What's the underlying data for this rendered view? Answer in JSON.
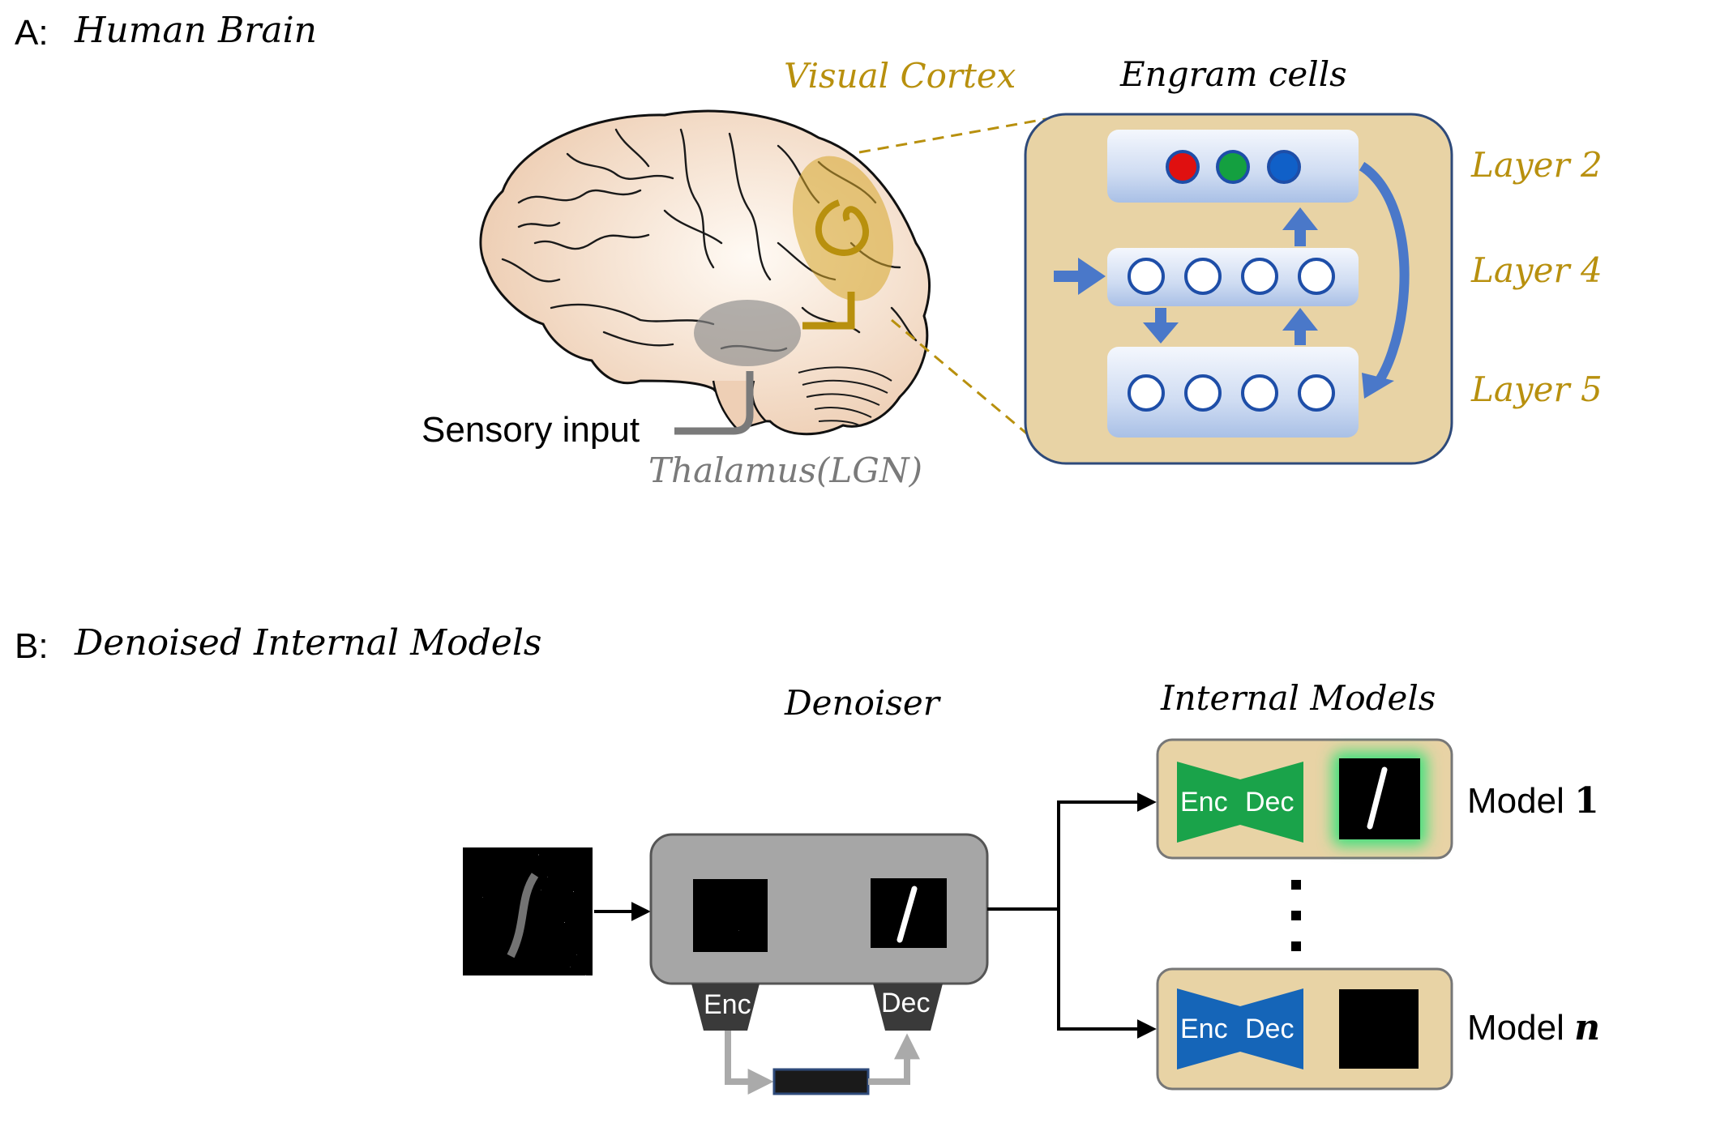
{
  "panel_a": {
    "letter": "A:",
    "title": "Human Brain",
    "visual_cortex_label": "Visual Cortex",
    "engram_label": "Engram cells",
    "sensory_input_label": "Sensory input",
    "thalamus_label": "Thalamus(LGN)",
    "layer_labels": [
      "Layer 2",
      "Layer 4",
      "Layer 5"
    ]
  },
  "panel_b": {
    "letter": "B:",
    "title": "Denoised Internal Models",
    "denoiser_label": "Denoiser",
    "internal_models_label": "Internal Models",
    "enc_label": "Enc",
    "dec_label": "Dec",
    "model_1_prefix": "Model ",
    "model_1_suffix": "1",
    "model_n_prefix": "Model ",
    "model_n_suffix": "n"
  },
  "colors": {
    "gold": "#b8900e",
    "engram_bg": "#e8d3a5",
    "blue_arrow": "#4a78c9",
    "green_model": "#1aa34a",
    "blue_model": "#1565b8",
    "denoiser_gray": "#a6a6a6",
    "neuron_red": "#e01010",
    "neuron_green": "#14a040",
    "neuron_blue": "#1060c8"
  }
}
